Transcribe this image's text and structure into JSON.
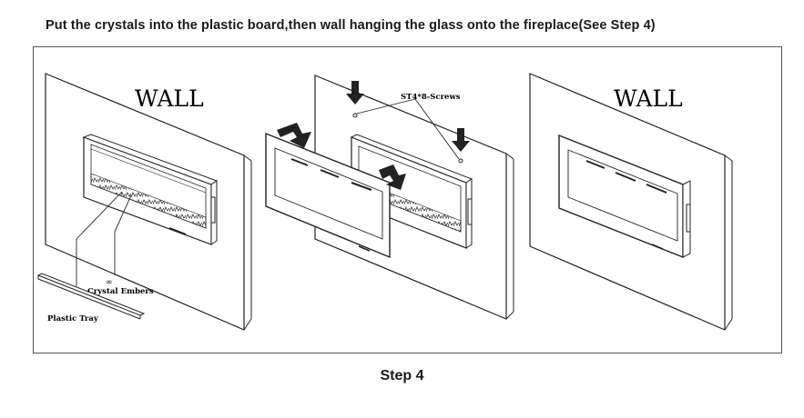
{
  "heading": "Put the crystals into the plastic board,then wall hanging the glass onto the fireplace(See Step 4)",
  "figure": {
    "wall_label_left": "WALL",
    "wall_label_right": "WALL",
    "screws_label": "ST4*8-Screws",
    "crystal_label": "Crystal Embers",
    "tray_label": "Plastic Tray"
  },
  "caption": "Step 4"
}
